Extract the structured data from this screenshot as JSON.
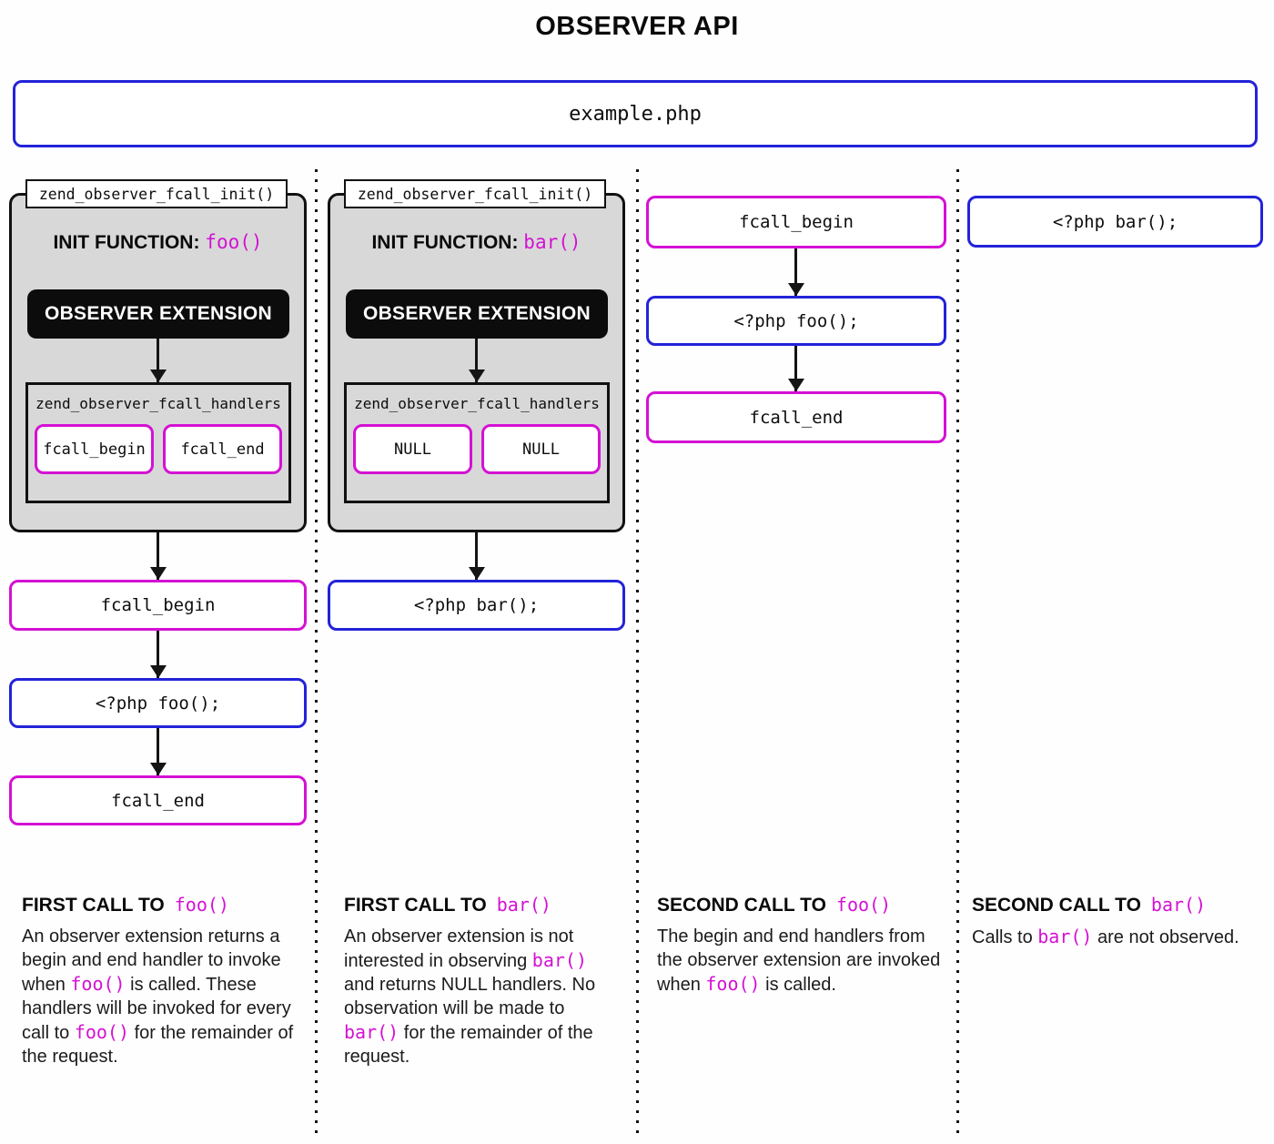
{
  "title": "OBSERVER API",
  "example_box": {
    "label": "example.php"
  },
  "colors": {
    "magenta": "#D411D4",
    "blue": "#2323D9",
    "container_gray": "#D8D8D8",
    "ink": "#111111"
  },
  "col1": {
    "tab": "zend_observer_fcall_init()",
    "init_label": "INIT FUNCTION:",
    "init_value": "foo()",
    "extension_label": "OBSERVER EXTENSION",
    "handlers_title": "zend_observer_fcall_handlers",
    "handler_left": "fcall_begin",
    "handler_right": "fcall_end",
    "flow_begin": "fcall_begin",
    "flow_call": "<?php foo();",
    "flow_end": "fcall_end",
    "note_heading": "FIRST CALL TO",
    "note_heading_code": "foo()",
    "note_body": [
      {
        "t": "An observer extension returns a begin and end handler to invoke when "
      },
      {
        "c": "foo()"
      },
      {
        "t": " is called. These handlers will be invoked for every call to "
      },
      {
        "c": "foo()"
      },
      {
        "t": " for the remainder of the request."
      }
    ]
  },
  "col2": {
    "tab": "zend_observer_fcall_init()",
    "init_label": "INIT FUNCTION:",
    "init_value": "bar()",
    "extension_label": "OBSERVER EXTENSION",
    "handlers_title": "zend_observer_fcall_handlers",
    "handler_left": "NULL",
    "handler_right": "NULL",
    "flow_call": "<?php bar();",
    "note_heading": "FIRST CALL TO",
    "note_heading_code": "bar()",
    "note_body": [
      {
        "t": "An observer extension is not interested in observing "
      },
      {
        "c": "bar()"
      },
      {
        "t": " and returns NULL handlers. No observation will be made to "
      },
      {
        "c": "bar()"
      },
      {
        "t": " for the remainder of the request."
      }
    ]
  },
  "col3": {
    "flow_begin": "fcall_begin",
    "flow_call": "<?php foo();",
    "flow_end": "fcall_end",
    "note_heading": "SECOND CALL TO",
    "note_heading_code": "foo()",
    "note_body": [
      {
        "t": "The begin and end handlers from the observer extension are invoked when "
      },
      {
        "c": "foo()"
      },
      {
        "t": " is called."
      }
    ]
  },
  "col4": {
    "flow_call": "<?php bar();",
    "note_heading": "SECOND CALL TO",
    "note_heading_code": "bar()",
    "note_body": [
      {
        "t": "Calls to "
      },
      {
        "c": "bar()"
      },
      {
        "t": " are not observed."
      }
    ]
  }
}
